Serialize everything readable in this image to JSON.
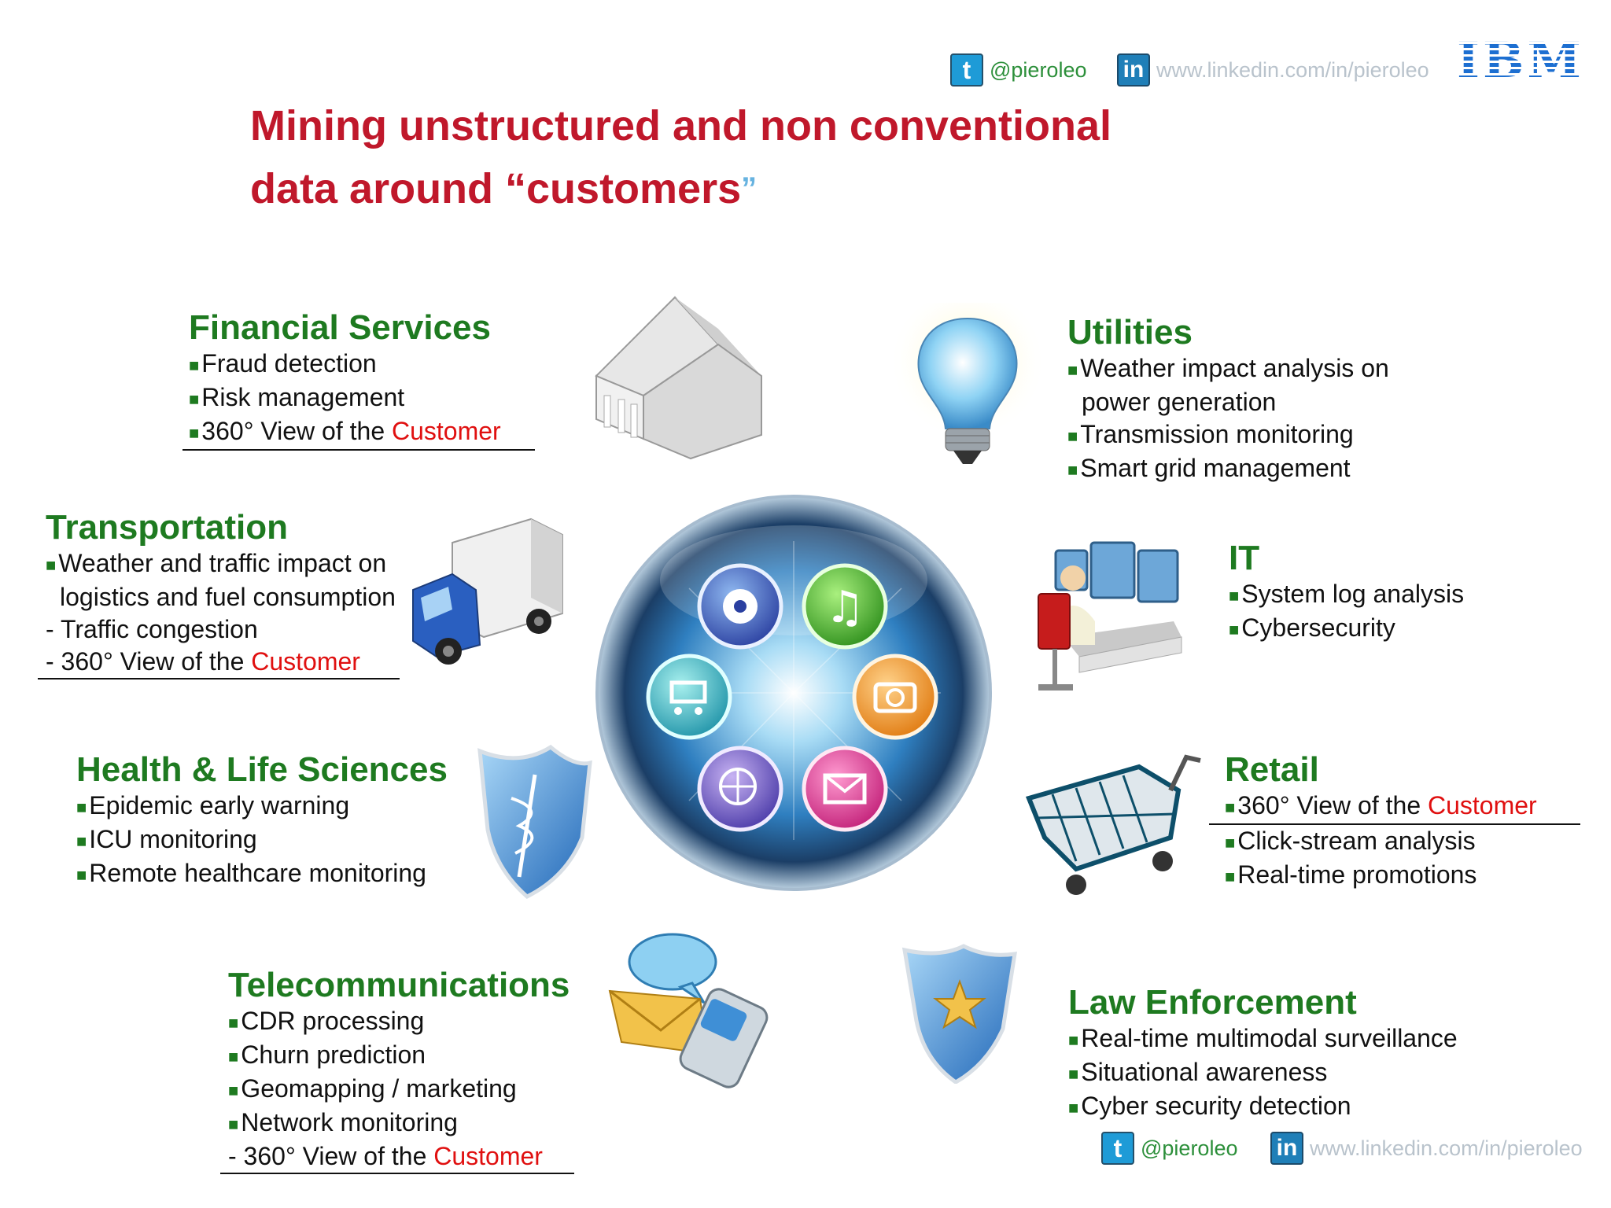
{
  "header": {
    "twitter_handle": "@pieroleo",
    "linkedin_url": "www.linkedin.com/in/pieroleo",
    "brand": "IBM",
    "twitter_icon": "twitter-icon",
    "linkedin_icon": "linkedin-icon"
  },
  "title": {
    "line1": "Mining unstructured and non conventional",
    "line2": "data around “customers",
    "close_quote": "”"
  },
  "sections": {
    "financial": {
      "heading": "Financial Services",
      "items": [
        "Fraud detection",
        "Risk management"
      ],
      "view_prefix": "360° View of the ",
      "view_highlight": "Customer"
    },
    "transportation": {
      "heading": "Transportation",
      "items": [
        "Weather and traffic impact on",
        "logistics and fuel consumption",
        "- Traffic congestion"
      ],
      "view_prefix": "- 360° View of the ",
      "view_highlight": "Customer"
    },
    "health": {
      "heading": "Health & Life Sciences",
      "items": [
        "Epidemic early warning",
        "ICU monitoring",
        "Remote healthcare monitoring"
      ]
    },
    "telecom": {
      "heading": "Telecommunications",
      "items": [
        "CDR processing",
        "Churn prediction",
        "Geomapping / marketing",
        "Network monitoring"
      ],
      "view_prefix": "- 360° View of the ",
      "view_highlight": "Customer"
    },
    "utilities": {
      "heading": "Utilities",
      "items": [
        "Weather impact analysis on",
        "power generation",
        "Transmission monitoring",
        "Smart grid management"
      ]
    },
    "it": {
      "heading": "IT",
      "items": [
        "System log analysis",
        "Cybersecurity"
      ]
    },
    "retail": {
      "heading": "Retail",
      "view_prefix": "360° View of the ",
      "view_highlight": "Customer",
      "items": [
        "Click-stream analysis",
        "Real-time promotions"
      ]
    },
    "law": {
      "heading": "Law Enforcement",
      "items": [
        "Real-time multimodal surveillance",
        "Situational awareness",
        "Cyber security detection"
      ]
    }
  },
  "footer": {
    "twitter_handle": "@pieroleo",
    "linkedin_url": "www.linkedin.com/in/pieroleo"
  },
  "colors": {
    "title": "#c0182b",
    "heading": "#1e7a20",
    "highlight": "#e01010",
    "handle": "#2c8f3a",
    "link": "#b9c3cc"
  },
  "icons": [
    "bank-icon",
    "lightbulb-icon",
    "truck-icon",
    "computer-user-icon",
    "shield-caduceus-icon",
    "shopping-cart-icon",
    "mail-phone-icon",
    "police-badge-shield-icon",
    "media-globe-icon"
  ]
}
